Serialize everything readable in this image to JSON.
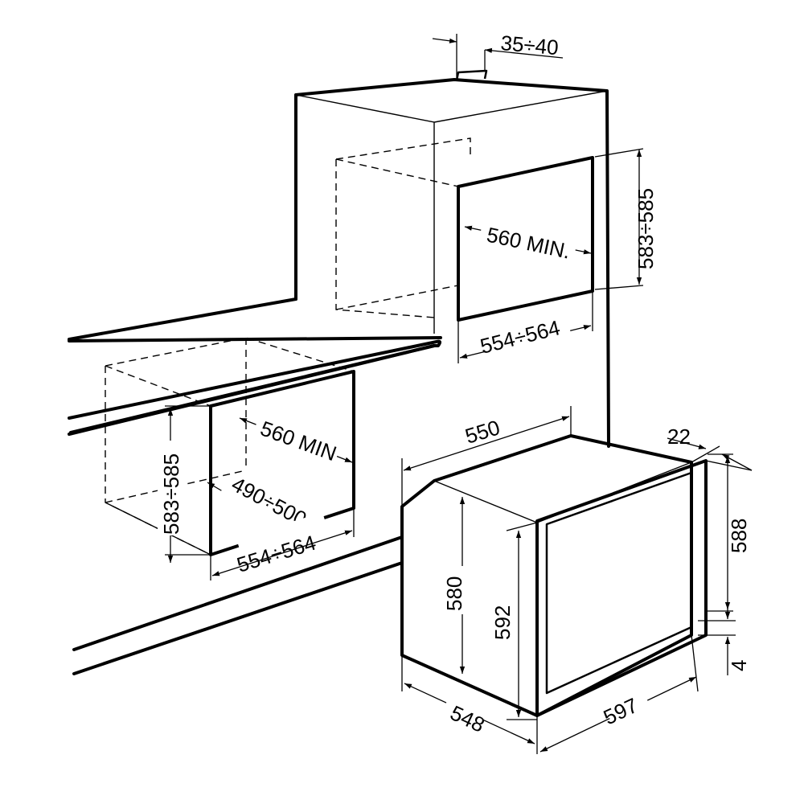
{
  "dimensions": {
    "gap_top": "35÷40",
    "upper_height": "583÷585",
    "upper_depth": "560 MIN.",
    "upper_width": "554÷564",
    "lower_height": "583÷585",
    "lower_depth": "560 MIN",
    "lower_inner_depth": "490÷500",
    "lower_width": "554÷564",
    "oven_top_depth": "550",
    "oven_door_depth": "22",
    "oven_door_height": "588",
    "oven_body_height": "580",
    "oven_front_height": "592",
    "oven_bottom_offset": "4",
    "oven_side_depth": "548",
    "oven_front_width": "597"
  },
  "colors": {
    "line": "#000000",
    "background": "#ffffff"
  }
}
